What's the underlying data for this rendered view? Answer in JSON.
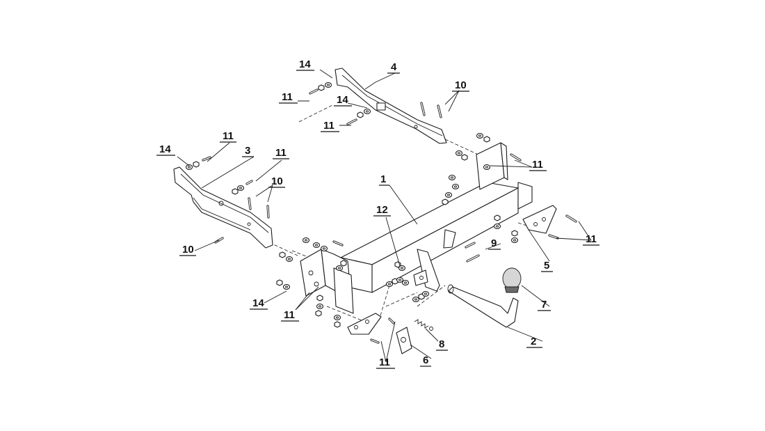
{
  "callouts": {
    "c1": "1",
    "c2": "2",
    "c3": "3",
    "c4": "4",
    "c5": "5",
    "c6": "6",
    "c7": "7",
    "c8": "8",
    "c9": "9",
    "c10": "10",
    "c11": "11",
    "c12": "12",
    "c14": "14"
  }
}
